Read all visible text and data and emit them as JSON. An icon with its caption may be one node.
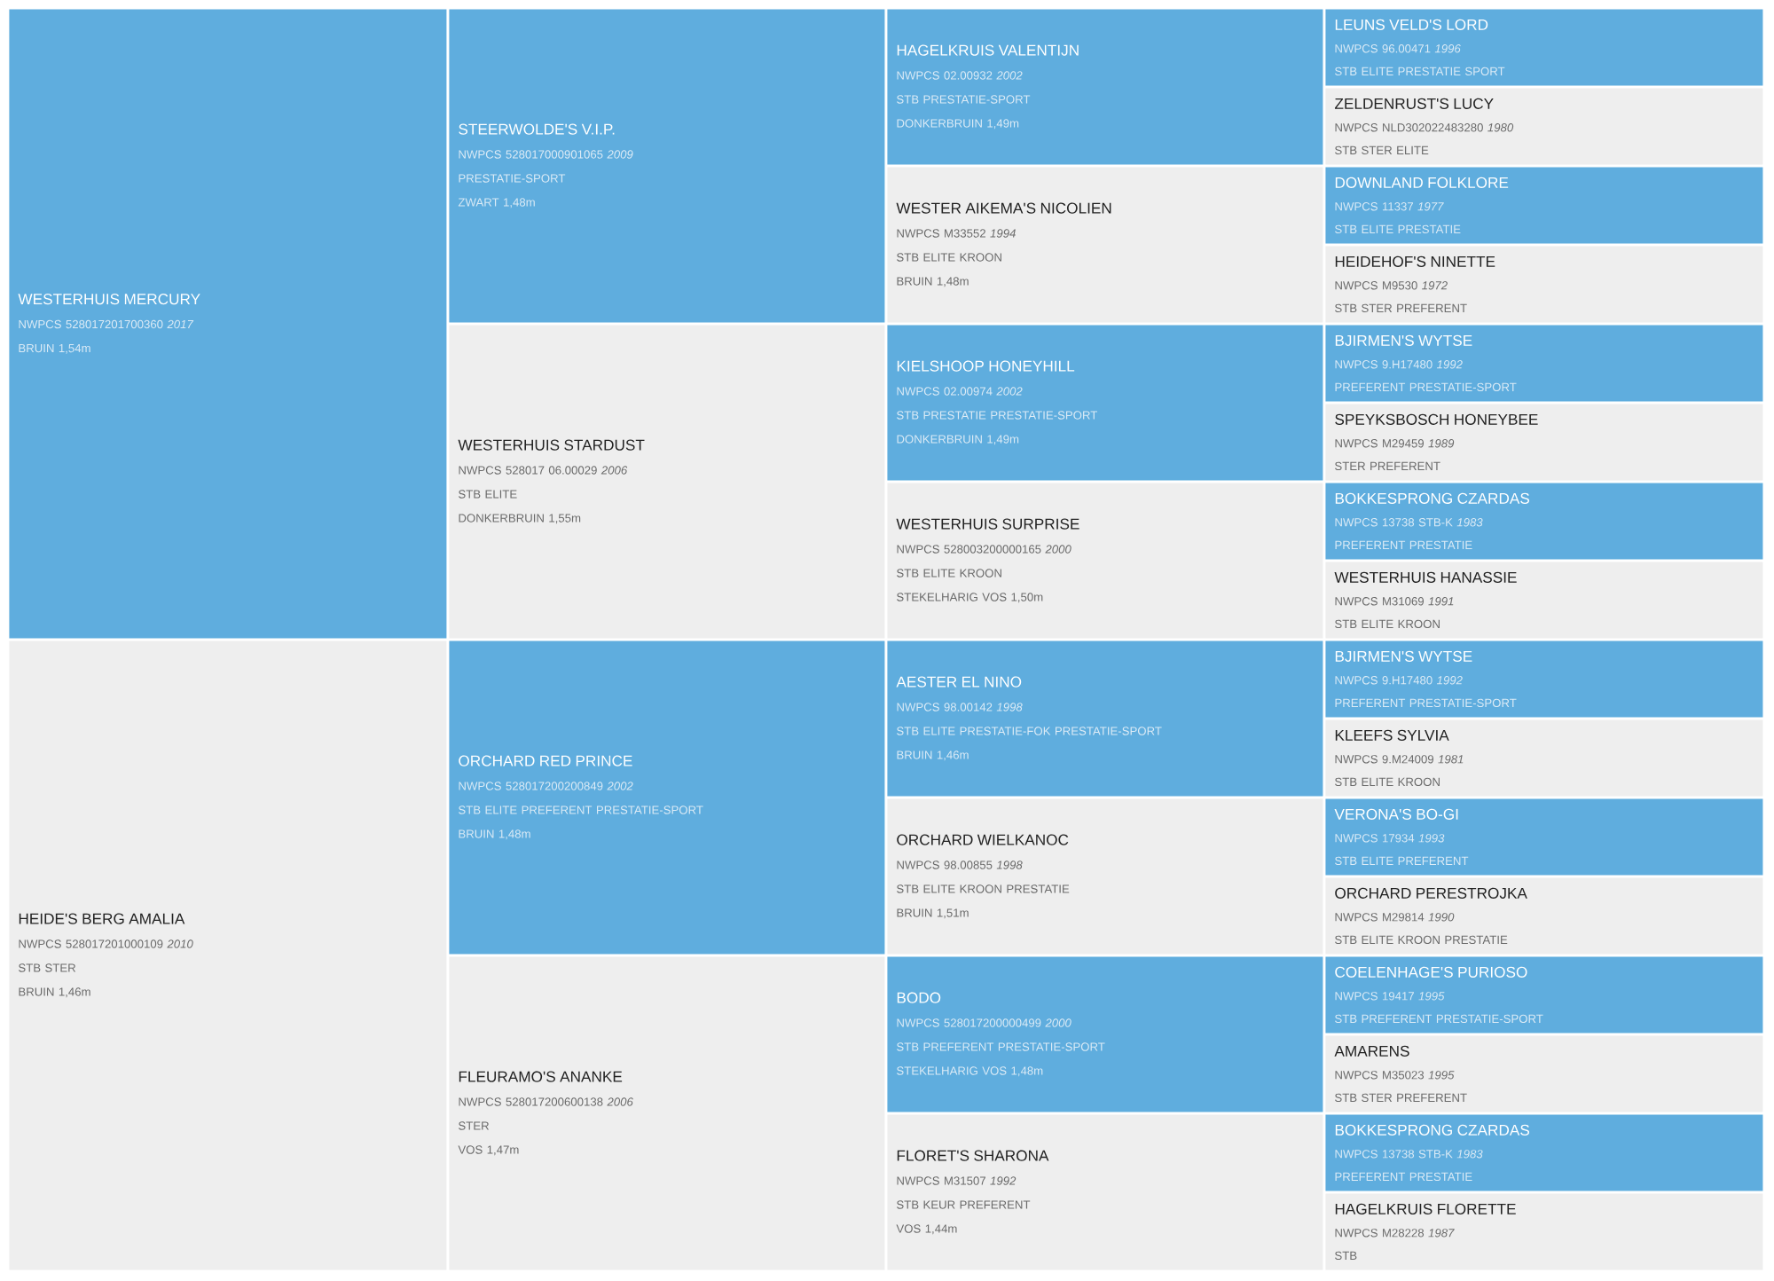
{
  "diagram": {
    "nodes": [
      {
        "text": [
          "WESTERHUIS MERCURY",
          "NWPCS 528017201700360 *2017*",
          "BRUIN 1,54m"
        ]
      },
      {
        "text": [
          "HEIDE'S BERG AMALIA",
          "NWPCS 528017201000109 *2010*",
          "STB STER",
          "BRUIN 1,46m"
        ]
      },
      {
        "text": [
          "STEERWOLDE'S V.I.P.",
          "NWPCS 528017000901065 *2009*",
          "PRESTATIE-SPORT",
          "ZWART 1,48m"
        ]
      },
      {
        "text": [
          "WESTERHUIS STARDUST",
          "NWPCS 528017 06.00029 *2006*",
          "STB ELITE",
          "DONKERBRUIN 1,55m"
        ]
      },
      {
        "text": [
          "ORCHARD RED PRINCE",
          "NWPCS 528017200200849 *2002*",
          "STB ELITE PREFERENT PRESTATIE-SPORT",
          "BRUIN 1,48m"
        ]
      },
      {
        "text": [
          "FLEURAMO'S ANANKE",
          "NWPCS 528017200600138 *2006*",
          "STER",
          "VOS 1,47m"
        ]
      },
      {
        "text": [
          "HAGELKRUIS VALENTIJN",
          "NWPCS 02.00932 *2002*",
          "STB PRESTATIE-SPORT",
          "DONKERBRUIN 1,49m"
        ]
      },
      {
        "text": [
          "WESTER AIKEMA'S NICOLIEN",
          "NWPCS M33552 *1994*",
          "STB ELITE KROON",
          "BRUIN 1,48m"
        ]
      },
      {
        "text": [
          "KIELSHOOP HONEYHILL",
          "NWPCS 02.00974 *2002*",
          "STB PRESTATIE PRESTATIE-SPORT",
          "DONKERBRUIN 1,49m"
        ]
      },
      {
        "text": [
          "WESTERHUIS SURPRISE",
          "NWPCS 528003200000165 *2000*",
          "STB ELITE KROON",
          "STEKELHARIG VOS 1,50m"
        ]
      },
      {
        "text": [
          "AESTER EL NINO",
          "NWPCS 98.00142 *1998*",
          "STB ELITE PRESTATIE-FOK PRESTATIE-SPORT",
          "BRUIN 1,46m"
        ]
      },
      {
        "text": [
          "ORCHARD WIELKANOC",
          "NWPCS 98.00855 *1998*",
          "STB ELITE KROON PRESTATIE",
          "BRUIN 1,51m"
        ]
      },
      {
        "text": [
          "BODO",
          "NWPCS 528017200000499 *2000*",
          "STB PREFERENT PRESTATIE-SPORT",
          "STEKELHARIG VOS 1,48m"
        ]
      },
      {
        "text": [
          "FLORET'S SHARONA",
          "NWPCS M31507 *1992*",
          "STB KEUR PREFERENT",
          "VOS 1,44m"
        ]
      },
      {
        "text": [
          "LEUNS VELD'S LORD",
          "NWPCS 96.00471 *1996*",
          "STB ELITE PRESTATIE SPORT"
        ]
      },
      {
        "text": [
          "ZELDENRUST'S LUCY",
          "NWPCS NLD302022483280 *1980*",
          "STB STER ELITE"
        ]
      },
      {
        "text": [
          "DOWNLAND FOLKLORE",
          "NWPCS 11337 *1977*",
          "STB ELITE PRESTATIE"
        ]
      },
      {
        "text": [
          "HEIDEHOF'S NINETTE",
          "NWPCS M9530 *1972*",
          "STB STER PREFERENT"
        ]
      },
      {
        "text": [
          "BJIRMEN'S WYTSE",
          "NWPCS 9.H17480 *1992*",
          "PREFERENT PRESTATIE-SPORT"
        ]
      },
      {
        "text": [
          "SPEYKSBOSCH HONEYBEE",
          "NWPCS M29459 *1989*",
          "STER PREFERENT"
        ]
      },
      {
        "text": [
          "BOKKESPRONG CZARDAS",
          "NWPCS 13738 STB-K *1983*",
          "PREFERENT PRESTATIE"
        ]
      },
      {
        "text": [
          "WESTERHUIS HANASSIE",
          "NWPCS M31069 *1991*",
          "STB ELITE KROON"
        ]
      },
      {
        "text": [
          "BJIRMEN'S WYTSE",
          "NWPCS 9.H17480 *1992*",
          "PREFERENT PRESTATIE-SPORT"
        ]
      },
      {
        "text": [
          "KLEEFS SYLVIA",
          "NWPCS 9.M24009 *1981*",
          "STB ELITE KROON"
        ]
      },
      {
        "text": [
          "VERONA'S BO-GI",
          "NWPCS 17934 *1993*",
          "STB ELITE PREFERENT"
        ]
      },
      {
        "text": [
          "ORCHARD PERESTROJKA",
          "NWPCS M29814 *1990*",
          "STB ELITE KROON PRESTATIE"
        ]
      },
      {
        "text": [
          "COELENHAGE'S PURIOSO",
          "NWPCS 19417 *1995*",
          "STB PREFERENT PRESTATIE-SPORT"
        ]
      },
      {
        "text": [
          "AMARENS",
          "NWPCS M35023 *1995*",
          "STB STER PREFERENT"
        ]
      },
      {
        "text": [
          "BOKKESPRONG CZARDAS",
          "NWPCS 13738 STB-K *1983*",
          "PREFERENT PRESTATIE"
        ]
      },
      {
        "text": [
          "HAGELKRUIS FLORETTE",
          "NWPCS M28228 *1987*",
          "STB"
        ]
      }
    ]
  }
}
